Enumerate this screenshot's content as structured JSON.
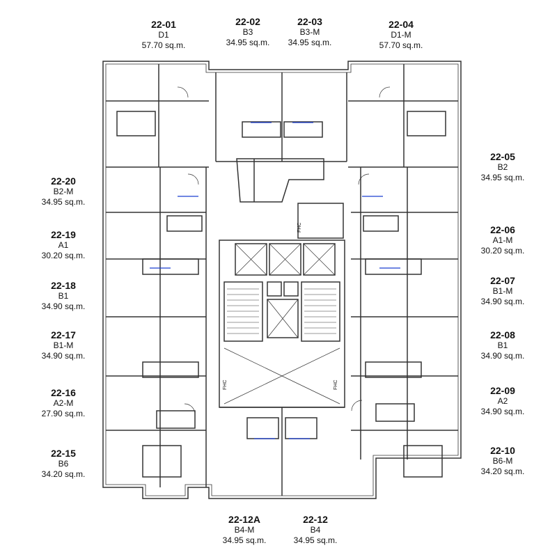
{
  "units": [
    {
      "code": "22-01",
      "type": "D1",
      "area": "57.70 sq.m."
    },
    {
      "code": "22-02",
      "type": "B3",
      "area": "34.95 sq.m."
    },
    {
      "code": "22-03",
      "type": "B3-M",
      "area": "34.95 sq.m."
    },
    {
      "code": "22-04",
      "type": "D1-M",
      "area": "57.70 sq.m."
    },
    {
      "code": "22-05",
      "type": "B2",
      "area": "34.95 sq.m."
    },
    {
      "code": "22-06",
      "type": "A1-M",
      "area": "30.20 sq.m."
    },
    {
      "code": "22-07",
      "type": "B1-M",
      "area": "34.90 sq.m."
    },
    {
      "code": "22-08",
      "type": "B1",
      "area": "34.90 sq.m."
    },
    {
      "code": "22-09",
      "type": "A2",
      "area": "34.90 sq.m."
    },
    {
      "code": "22-10",
      "type": "B6-M",
      "area": "34.20 sq.m."
    },
    {
      "code": "22-12A",
      "type": "B4-M",
      "area": "34.95 sq.m."
    },
    {
      "code": "22-12",
      "type": "B4",
      "area": "34.95 sq.m."
    },
    {
      "code": "22-15",
      "type": "B6",
      "area": "34.20 sq.m."
    },
    {
      "code": "22-16",
      "type": "A2-M",
      "area": "27.90 sq.m."
    },
    {
      "code": "22-17",
      "type": "B1-M",
      "area": "34.90 sq.m."
    },
    {
      "code": "22-18",
      "type": "B1",
      "area": "34.90 sq.m."
    },
    {
      "code": "22-19",
      "type": "A1",
      "area": "30.20 sq.m."
    },
    {
      "code": "22-20",
      "type": "B2-M",
      "area": "34.95 sq.m."
    }
  ],
  "fhc_labels": [
    "FHC",
    "FHC",
    "FHC"
  ]
}
